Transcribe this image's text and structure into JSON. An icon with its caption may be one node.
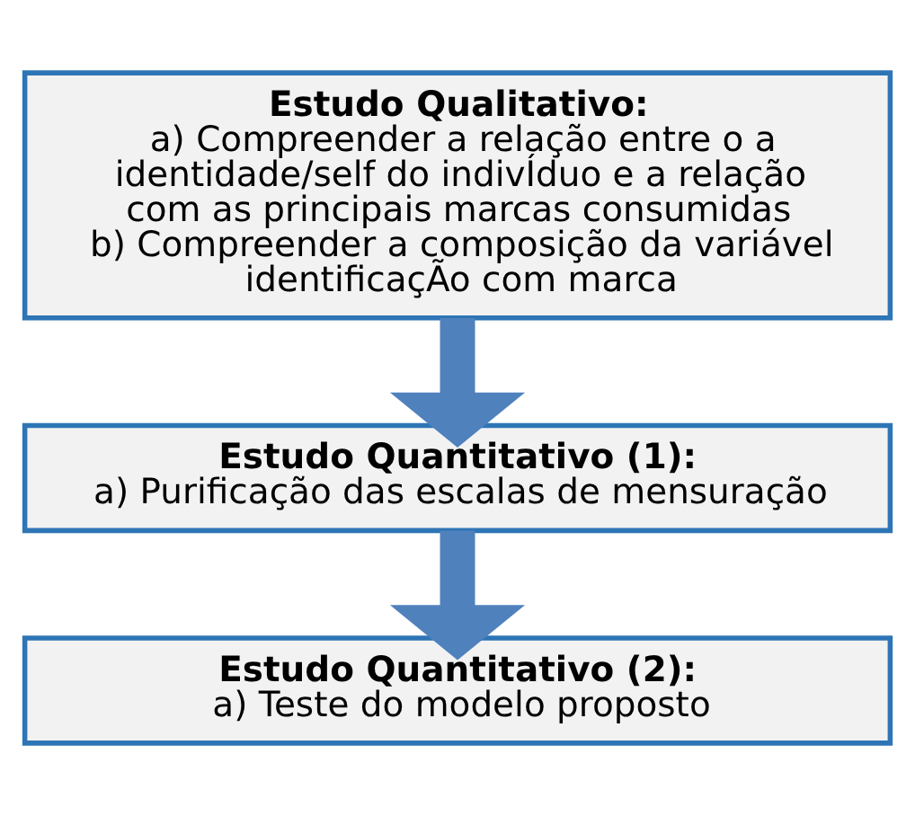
{
  "diagram": {
    "nodes": [
      {
        "text": [
          "Estudo Qualitativo:",
          "a) Compreender a relação entre o a identidade/self do indivÍduo e a relação com as principais marcas consumidas",
          "b) Compreender a composição da variável identificaçÃo com marca"
        ]
      },
      {
        "text": [
          "Estudo Quantitativo (1):",
          "a) Purificação das escalas de mensuração"
        ]
      },
      {
        "text": [
          "Estudo Quantitativo (2):",
          "a) Teste do modelo proposto"
        ]
      }
    ],
    "edges": [
      {
        "from": 0,
        "to": 1,
        "arrow": "to"
      },
      {
        "from": 1,
        "to": 2,
        "arrow": "to"
      }
    ]
  }
}
